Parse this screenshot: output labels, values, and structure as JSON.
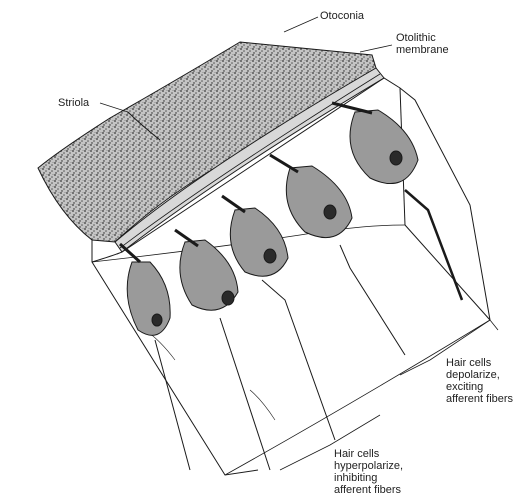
{
  "labels": {
    "otoconia": "Otoconia",
    "otolithic_membrane": [
      "Otolithic",
      "membrane"
    ],
    "striola": "Striola",
    "depolarize": [
      "Hair cells",
      "depolarize,",
      "exciting",
      "afferent fibers"
    ],
    "hyperpolarize": [
      "Hair cells",
      "hyperpolarize,",
      "inhibiting",
      "afferent fibers"
    ]
  },
  "colors": {
    "ink": "#1a1a1a",
    "otoconia_fill": "#b9b9b9",
    "membrane_fill": "#d8d8d8",
    "cell_fill": "#9a9a9a",
    "nucleus_fill": "#2a2a2a",
    "background": "#ffffff"
  }
}
